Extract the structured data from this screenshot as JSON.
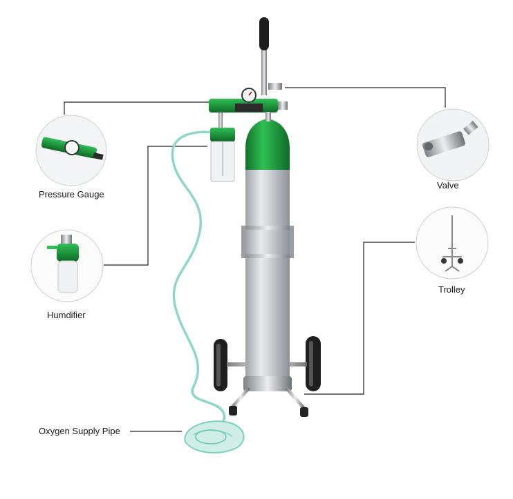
{
  "labels": {
    "pressure_gauge": "Pressure Gauge",
    "humidifier": "Humdifier",
    "oxygen_supply_pipe": "Oxygen Supply Pipe",
    "valve": "Valve",
    "trolley": "Trolley"
  },
  "colors": {
    "cylinder_green": "#1e9a3e",
    "cylinder_silver": "#c9ccd0",
    "tube_teal": "#8fd6c8",
    "leader_line": "#222222",
    "circle_border": "#d0d0d0"
  },
  "icons": [
    "cylinder-icon",
    "regulator-icon",
    "humidifier-bottle-icon",
    "valve-icon",
    "trolley-icon",
    "oxygen-mask-icon"
  ]
}
